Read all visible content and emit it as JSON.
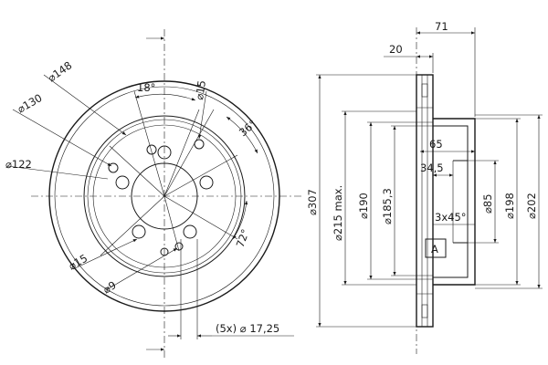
{
  "front_view": {
    "labels": {
      "d148": "⌀148",
      "d130": "⌀130",
      "d122": "⌀122",
      "d15_left": "⌀15",
      "d9": "⌀9",
      "d15_top": "⌀15",
      "angle18": "18°",
      "angle36": "36°",
      "angle72": "72°",
      "holes": "(5x) ⌀ 17,25"
    }
  },
  "section_view": {
    "labels": {
      "w71": "71",
      "w20": "20",
      "w65": "65",
      "w34_5": "34,5",
      "chamfer": "3x45°",
      "d307": "⌀307",
      "d215": "⌀215 max.",
      "d190": "⌀190",
      "d185_3": "⌀185,3",
      "d85": "⌀85",
      "d198": "⌀198",
      "d202": "⌀202",
      "ref_a": "A"
    }
  }
}
